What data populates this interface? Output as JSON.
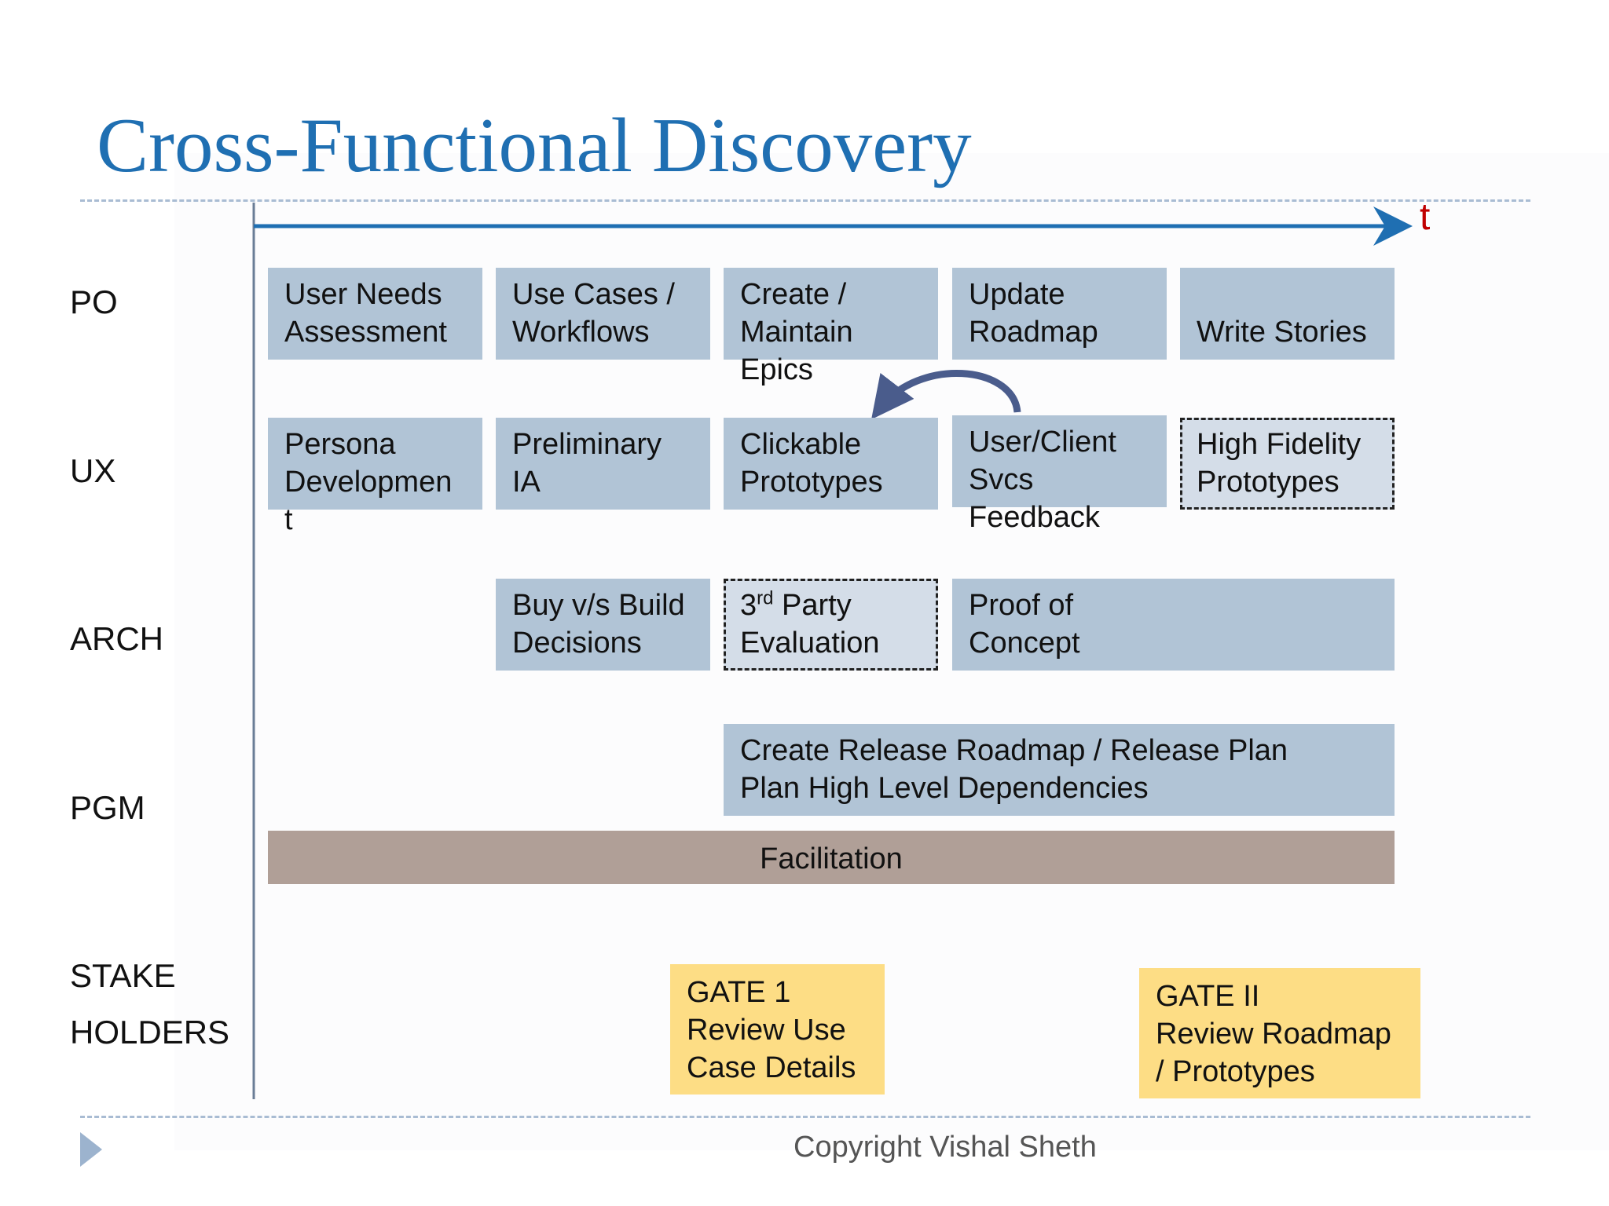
{
  "title": "Cross-Functional Discovery",
  "time_label": "t",
  "lanes": {
    "po": "PO",
    "ux": "UX",
    "arch": "ARCH",
    "pgm": "PGM",
    "stake_line1": "STAKE",
    "stake_line2": "HOLDERS"
  },
  "po": {
    "user_needs": [
      "User Needs",
      "Assessment"
    ],
    "use_cases": [
      "Use Cases /",
      "Workflows"
    ],
    "epics": [
      "Create /",
      "Maintain",
      "Epics"
    ],
    "update_roadmap": [
      "Update",
      "Roadmap"
    ],
    "write_stories": "Write Stories"
  },
  "ux": {
    "persona": [
      "Persona",
      "Developmen",
      "t"
    ],
    "prelim_ia": [
      "Preliminary",
      "IA"
    ],
    "clickable": [
      "Clickable",
      "Prototypes"
    ],
    "feedback": [
      "User/Client",
      "Svcs",
      "Feedback"
    ],
    "hifi": [
      "High Fidelity",
      "Prototypes"
    ]
  },
  "arch": {
    "buy_build": [
      "Buy v/s Build",
      "Decisions"
    ],
    "third_party": {
      "num": "3",
      "sup": "rd",
      "rest": " Party",
      "line2": "Evaluation"
    },
    "poc": [
      "Proof of",
      "Concept"
    ]
  },
  "pgm": {
    "release": [
      "Create Release Roadmap / Release Plan",
      "Plan High Level Dependencies"
    ],
    "facilitation": "Facilitation"
  },
  "gates": {
    "gate1": [
      "GATE 1",
      "Review Use",
      "Case Details"
    ],
    "gate2": [
      "GATE II",
      "Review Roadmap",
      "/ Prototypes"
    ]
  },
  "footer": "Copyright Vishal Sheth",
  "colors": {
    "title": "#1f6fb2",
    "box": "#b1c4d6",
    "facilitation": "#b09f97",
    "gate": "#fddd85",
    "axis": "#1f6fb2",
    "t_label": "#c00000"
  }
}
